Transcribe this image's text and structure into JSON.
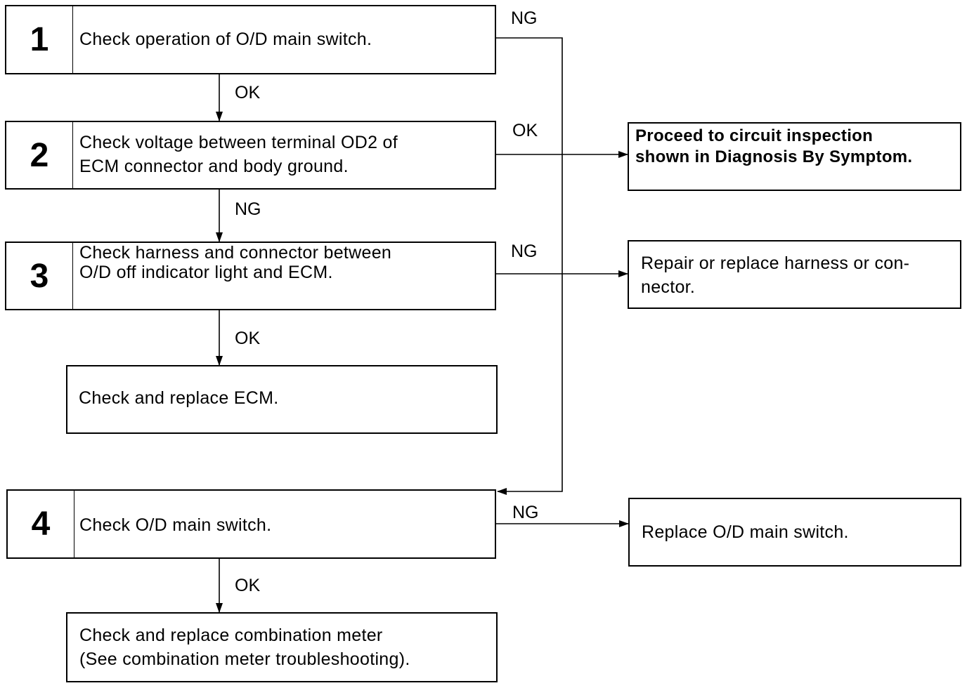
{
  "steps": [
    {
      "number": "1",
      "text": "Check operation of O/D main switch."
    },
    {
      "number": "2",
      "text": "Check voltage between terminal OD2 of\nECM connector and body ground."
    },
    {
      "number": "3",
      "text": "Check harness and connector between\nO/D off indicator light and ECM."
    },
    {
      "number": "4",
      "text": "Check O/D main switch."
    }
  ],
  "results": {
    "circuit_inspection": "Proceed to circuit inspection\nshown in Diagnosis By Symptom.",
    "repair_harness": "Repair or replace harness or con-\nnector.",
    "replace_ecm": "Check and replace ECM.",
    "replace_switch": "Replace O/D main switch.",
    "replace_meter": "Check and replace combination meter\n(See combination meter troubleshooting)."
  },
  "labels": {
    "ng_1_to_4": "NG",
    "ok_1_to_2": "OK",
    "ok_2_right": "OK",
    "ng_2_to_3": "NG",
    "ng_3_right": "NG",
    "ok_3_down": "OK",
    "ng_4_right": "NG",
    "ok_4_down": "OK"
  }
}
